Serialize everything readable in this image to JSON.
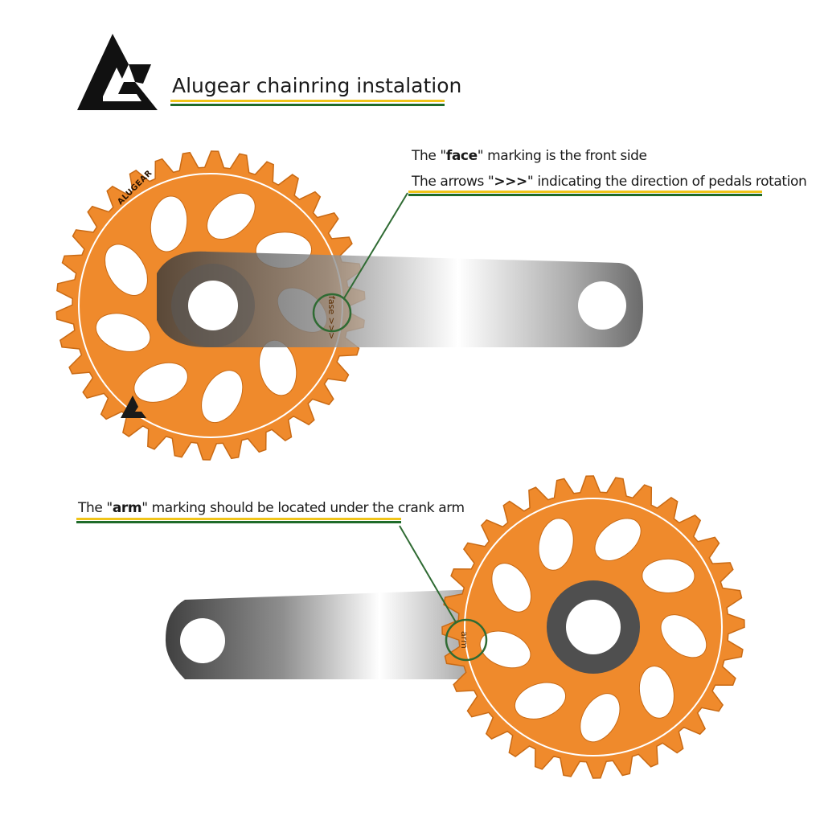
{
  "header": {
    "title": "Alugear chainring instalation",
    "logo_icon": "alugear-logo-icon"
  },
  "notes": {
    "face": {
      "line1_pre": "The \"",
      "line1_bold": "face",
      "line1_post": "\" marking is the front side",
      "line2_pre": "The arrows \"",
      "line2_bold": ">>>",
      "line2_post": "\" indicating the direction of pedals rotation"
    },
    "arm": {
      "pre": "The \"",
      "bold": "arm",
      "post": "\" marking should be located under the crank arm"
    }
  },
  "markings": {
    "face_label": "fase >>>",
    "arm_label": "arm",
    "brand_label": "ALUGEAR"
  },
  "colors": {
    "chainring_orange": "#ef8a2c",
    "chainring_edge": "#c96a14",
    "underline_yellow": "#f0c419",
    "underline_green": "#1e6b2a",
    "callout_green": "#2f6b33",
    "crank_dark": "#4a4a4a",
    "logo_black": "#111111"
  }
}
